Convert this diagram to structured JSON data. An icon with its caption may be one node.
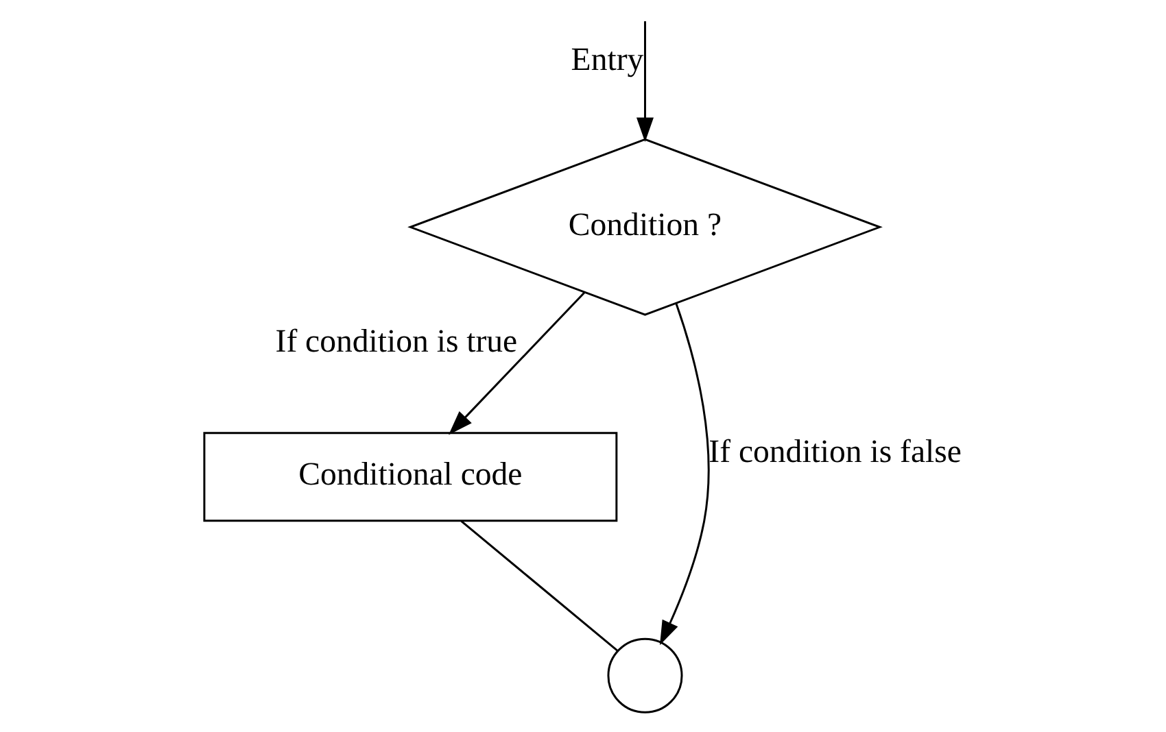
{
  "diagram": {
    "nodes": [
      {
        "text": [
          "Condition ?"
        ]
      },
      {
        "text": [
          "Conditional code"
        ]
      },
      {
        "text": [],
        "shape": "circle"
      }
    ],
    "edges": [
      {
        "from": null,
        "to": 0,
        "arrow": "to",
        "label": "Entry"
      },
      {
        "from": 0,
        "to": 1,
        "arrow": "to",
        "label": "If condition is true"
      },
      {
        "from": 1,
        "to": 2,
        "arrow": "none"
      },
      {
        "from": 0,
        "to": 2,
        "arrow": "to",
        "label": "If condition is false"
      }
    ]
  }
}
